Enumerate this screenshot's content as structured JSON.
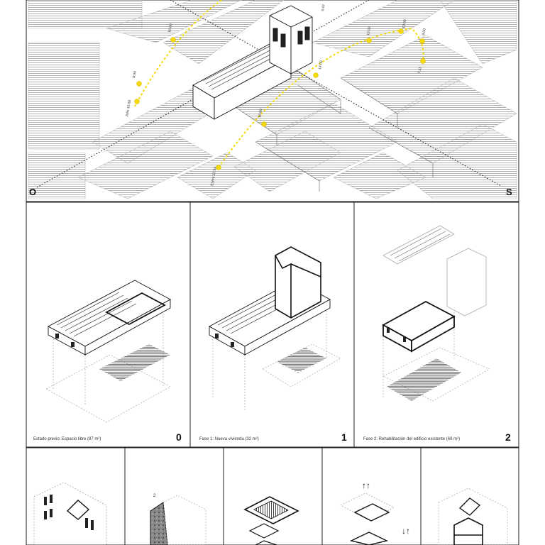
{
  "site_plan": {
    "orientation_left": "O",
    "orientation_right": "S",
    "sun_path_july": [
      "Julio 10:58",
      "8:00",
      "16:00",
      "5:47"
    ],
    "sun_path_winter": [
      "Enero 17:54",
      "16:00",
      "14:00",
      "12:00",
      "10:00",
      "8:00",
      "7:11"
    ]
  },
  "phases": [
    {
      "number": "0",
      "caption": "Estado previo: Espacio libre (87 m²)"
    },
    {
      "number": "1",
      "caption": "Fase 1: Nueva vivienda (32 m²)"
    },
    {
      "number": "2",
      "caption": "Fase 2: Rehabilitación del edificio existente (69 m²)"
    }
  ],
  "details": [
    {
      "mark": "2"
    },
    {
      "mark": "↑↑"
    },
    {
      "mark": "↓↑"
    }
  ],
  "colors": {
    "sun": "#f5d90a",
    "line": "#222222",
    "hatch": "#9a9a9a"
  }
}
